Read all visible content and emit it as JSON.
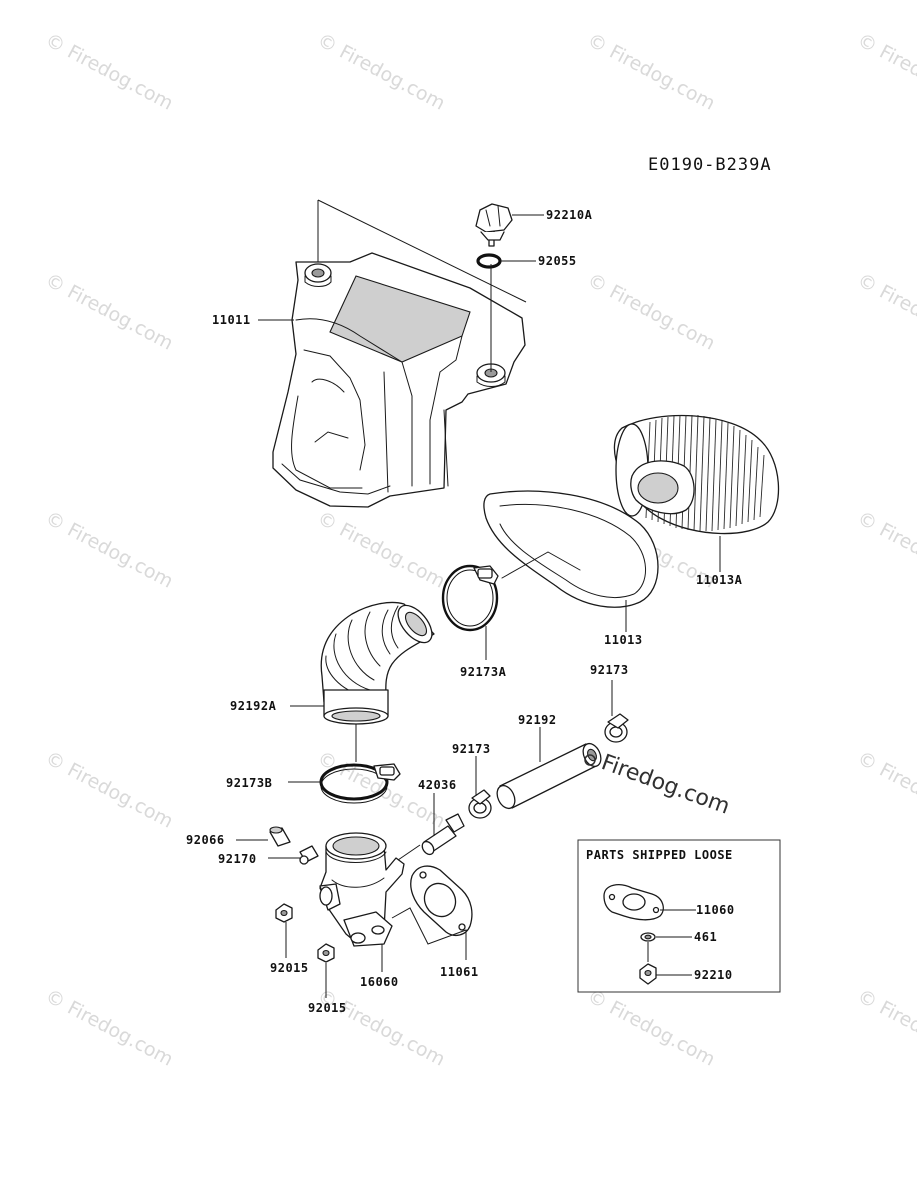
{
  "diagram_code": "E0190-B239A",
  "watermark": "© Firedog.com",
  "watermark_large": "Firedog.com",
  "loose_parts_box": {
    "title": "PARTS SHIPPED LOOSE",
    "items": [
      "11060",
      "461",
      "92210"
    ]
  },
  "callouts": {
    "p92210A": "92210A",
    "p92055": "92055",
    "p11011": "11011",
    "p11013A": "11013A",
    "p11013": "11013",
    "p92173A": "92173A",
    "p92192A": "92192A",
    "p92173_top": "92173",
    "p92192": "92192",
    "p92173_mid": "92173",
    "p92173B": "92173B",
    "p42036": "42036",
    "p92066": "92066",
    "p92170": "92170",
    "p92015_a": "92015",
    "p16060": "16060",
    "p11061": "11061",
    "p92015_b": "92015"
  }
}
